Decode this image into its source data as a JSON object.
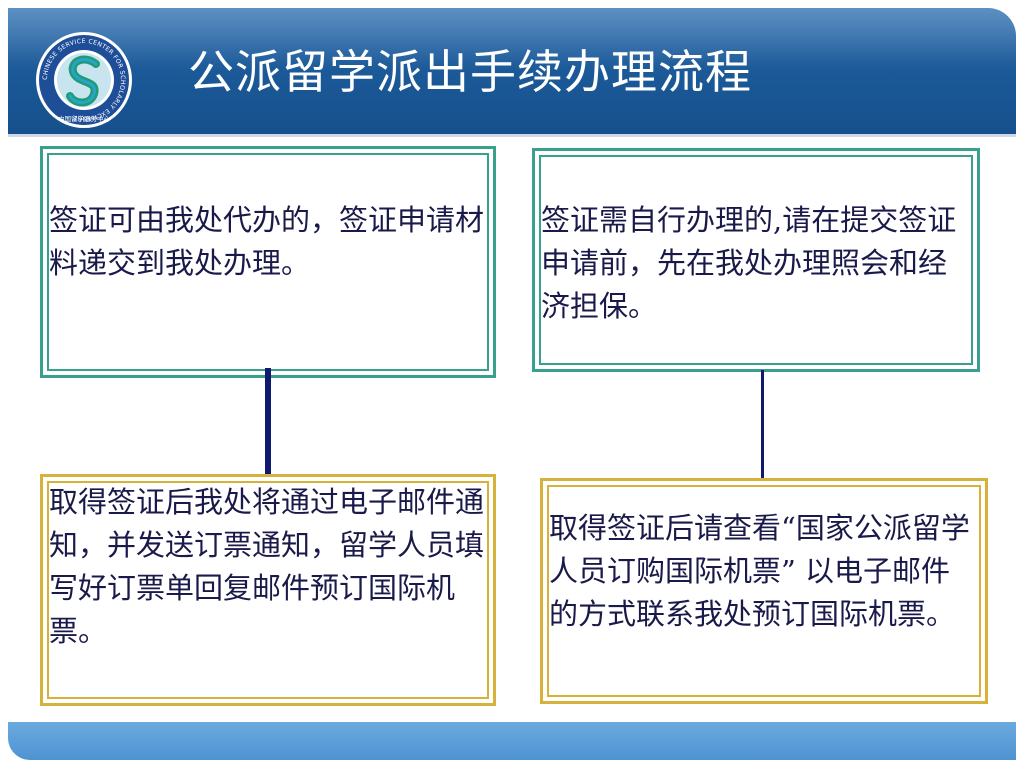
{
  "header": {
    "title": "公派留学派出手续办理流程",
    "logo_ring_text": "CHINESE SERVICE CENTER FOR SCHOLARLY EXCHANGE",
    "logo_caption": "中国留学服务中心",
    "colors": {
      "band": "#1c5a99",
      "title": "#ffffff"
    }
  },
  "boxes": {
    "top_left": "签证可由我处代办的，签证申请材料递交到我处办理。",
    "top_right": "签证需自行办理的,请在提交签证申请前，先在我处办理照会和经济担保。",
    "bottom_left": "取得签证后我处将通过电子邮件通知，并发送订票通知，留学人员填写好订票单回复邮件预订国际机票。",
    "bottom_right": "取得签证后请查看“国家公派留学人员订购国际机票” 以电子邮件的方式联系我处预订国际机票。"
  },
  "colors": {
    "teal_border": "#3aa08e",
    "gold_border": "#d7b23a",
    "connector": "#0f1a6e",
    "text": "#1a1a4a",
    "footer": "#4f93d2"
  }
}
